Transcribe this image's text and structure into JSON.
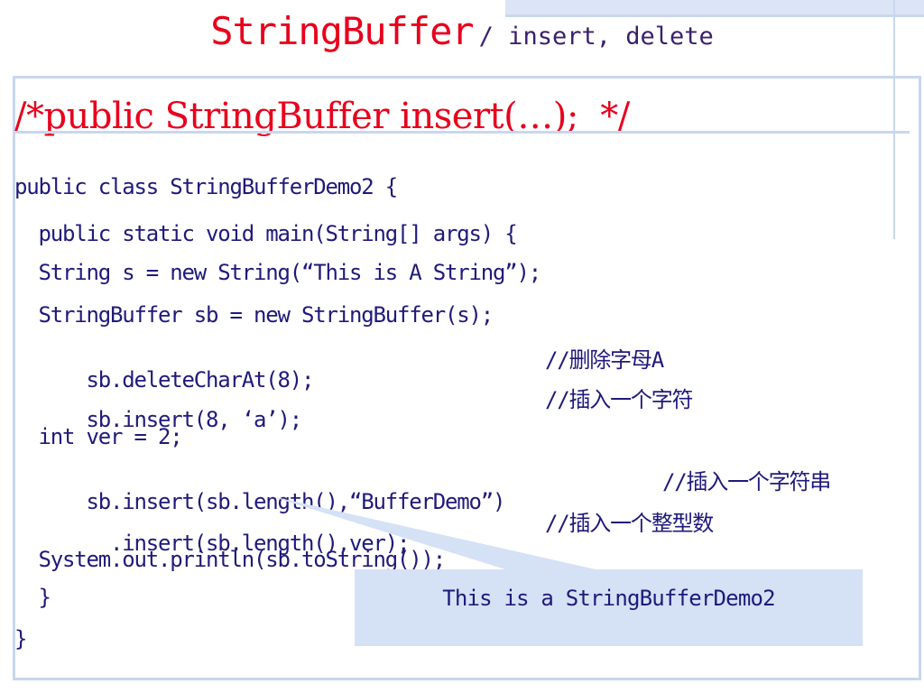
{
  "title": {
    "main": "StringBuffer",
    "sub": "/ insert, delete"
  },
  "subtitle": "/*public StringBuffer insert(…);  */",
  "code": {
    "lines": [
      "public class StringBufferDemo2 {",
      "  public static void main(String[] args) {",
      "  String s = new String(“This is A String”);",
      "  StringBuffer sb = new StringBuffer(s);",
      "  sb.deleteCharAt(8);",
      "  sb.insert(8, ‘a’);",
      "  int ver = 2;",
      "  sb.insert(sb.length(),“BufferDemo”)",
      "    .insert(sb.length(),ver);",
      "  System.out.println(sb.toString());",
      "  }",
      "}"
    ],
    "comments": {
      "delete": "//删除字母A",
      "insert_char": "//插入一个字符",
      "insert_string": "//插入一个字符串",
      "insert_int": "//插入一个整型数"
    }
  },
  "callout": {
    "text": "This is a StringBufferDemo2"
  },
  "colors": {
    "title_red": "#e8001c",
    "code_navy": "#1f1a7a",
    "frame_blue": "#c9d7ee",
    "callout_bg": "#d5e1f5"
  }
}
